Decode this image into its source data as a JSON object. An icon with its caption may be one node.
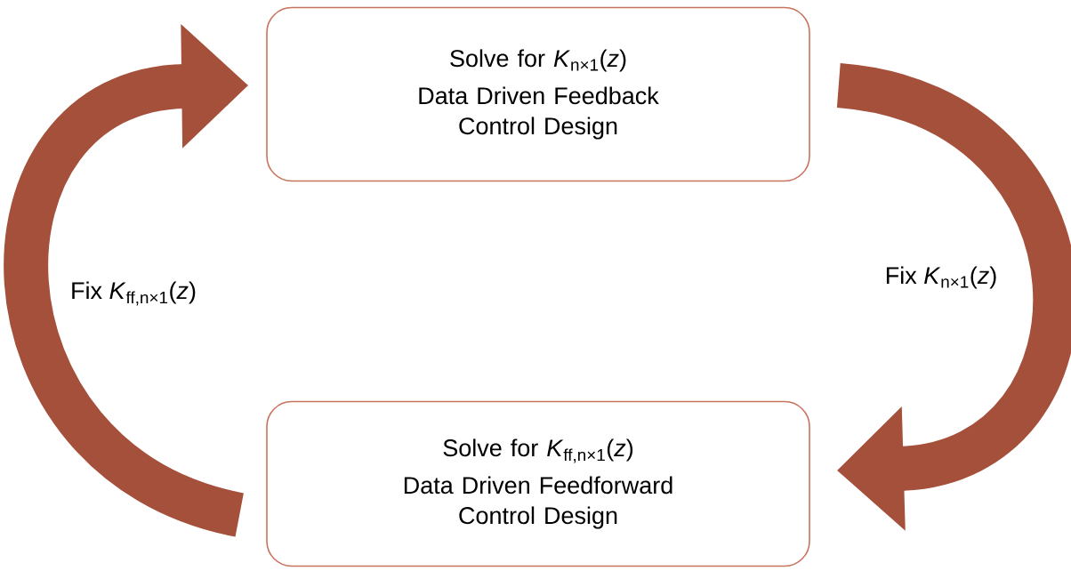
{
  "diagram": {
    "nodes": [
      {
        "text": [
          "Solve for *K*$_{n×1}$(*z*)",
          "Data Driven Feedback Control Design"
        ]
      },
      {
        "text": [
          "Solve for *K*$_{ff,n×1}$(*z*)",
          "Data Driven Feedforward Control Design"
        ]
      }
    ],
    "edges": [
      {
        "from": 0,
        "to": 1,
        "arrow": "to",
        "label": "Fix *K*$_{n×1}$(*z*)"
      },
      {
        "from": 1,
        "to": 0,
        "arrow": "to",
        "label": "Fix *K*$_{ff,n×1}$(*z*)"
      }
    ]
  }
}
